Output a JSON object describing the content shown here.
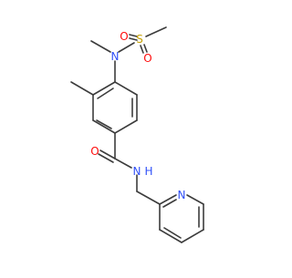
{
  "molecule": {
    "atom_labels": {
      "sulfur": "S",
      "sulfonyl_oxygen_left": "O",
      "sulfonyl_oxygen_right": "O",
      "sulfonamide_nitrogen": "N",
      "carbonyl_oxygen": "O",
      "amide_nitrogen": "N",
      "amide_hydrogen": "H",
      "pyridine_nitrogen": "N"
    },
    "colors": {
      "bond": "#3c3c3c",
      "nitrogen": "#3050f8",
      "oxygen": "#ff0d0d",
      "sulfur": "#c6a000"
    }
  }
}
